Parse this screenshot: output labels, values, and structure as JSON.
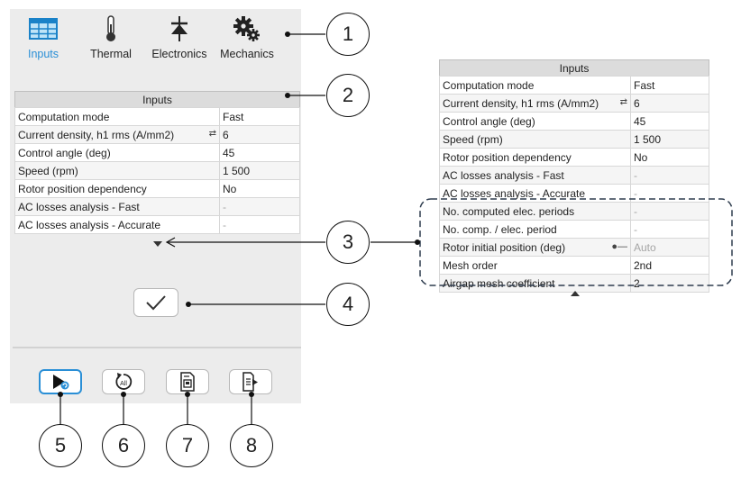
{
  "tabs": [
    {
      "label": "Inputs",
      "icon": "table-icon",
      "active": true
    },
    {
      "label": "Thermal",
      "icon": "thermometer-icon",
      "active": false
    },
    {
      "label": "Electronics",
      "icon": "diode-icon",
      "active": false
    },
    {
      "label": "Mechanics",
      "icon": "gears-icon",
      "active": false
    }
  ],
  "inputs_panel": {
    "title": "Inputs",
    "rows": [
      {
        "label": "Computation mode",
        "value": "Fast"
      },
      {
        "label": "Current density, h1 rms (A/mm2)",
        "value": "6"
      },
      {
        "label": "Control angle (deg)",
        "value": "45"
      },
      {
        "label": "Speed (rpm)",
        "value": "1 500"
      },
      {
        "label": "Rotor position dependency",
        "value": "No"
      },
      {
        "label": "AC losses analysis - Fast",
        "value": "-"
      },
      {
        "label": "AC losses analysis - Accurate",
        "value": "-"
      }
    ]
  },
  "expanded_panel": {
    "title": "Inputs",
    "rows": [
      {
        "label": "Computation mode",
        "value": "Fast"
      },
      {
        "label": "Current density, h1 rms (A/mm2)",
        "value": "6"
      },
      {
        "label": "Control angle (deg)",
        "value": "45"
      },
      {
        "label": "Speed (rpm)",
        "value": "1 500"
      },
      {
        "label": "Rotor position dependency",
        "value": "No"
      },
      {
        "label": "AC losses analysis - Fast",
        "value": "-"
      },
      {
        "label": "AC losses analysis - Accurate",
        "value": "-"
      },
      {
        "label": "No. computed elec. periods",
        "value": "-"
      },
      {
        "label": "No. comp. / elec. period",
        "value": "-"
      },
      {
        "label": "Rotor initial position (deg)",
        "value": "Auto"
      },
      {
        "label": "Mesh order",
        "value": "2nd"
      },
      {
        "label": "Airgap mesh coefficient",
        "value": "2"
      }
    ]
  },
  "bottom_buttons": [
    {
      "icon": "run-icon"
    },
    {
      "icon": "reset-all-icon"
    },
    {
      "icon": "save-icon"
    },
    {
      "icon": "export-icon"
    }
  ],
  "callouts": [
    "1",
    "2",
    "3",
    "4",
    "5",
    "6",
    "7",
    "8"
  ],
  "colors": {
    "accent": "#2a8fd6",
    "panel_bg": "#ececec",
    "header_bg": "#dcdcdc",
    "disabled_text": "#a5a5a5"
  }
}
